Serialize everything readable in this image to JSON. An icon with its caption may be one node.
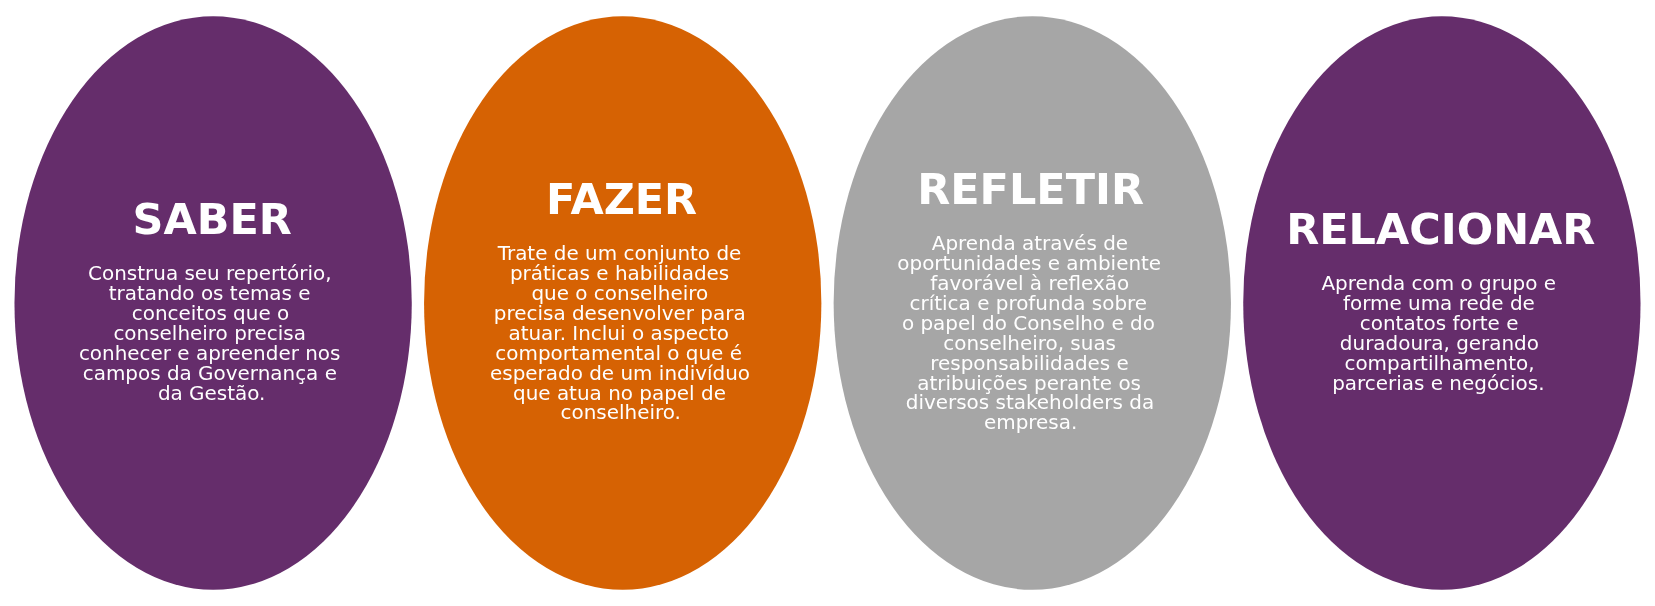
{
  "diagram": {
    "nodes": [
      {
        "text": [
          "SABER",
          "Construa seu repertório, tratando os temas e conceitos que o conselheiro precisa conhecer e apreender nos campos da Governança e da Gestão."
        ]
      },
      {
        "text": [
          "FAZER",
          "Trate de um conjunto de práticas e habilidades que o conselheiro precisa desenvolver para atuar. Inclui o aspecto comportamental o que é esperado de um indivíduo que atua no papel de conselheiro."
        ]
      },
      {
        "text": [
          "REFLETIR",
          "Aprenda através de oportunidades e ambiente favorável à reflexão crítica e profunda sobre o papel do Conselho e do conselheiro, suas responsabilidades e atribuições perante os diversos stakeholders da empresa."
        ]
      },
      {
        "text": [
          "RELACIONAR",
          "Aprenda com o grupo e forme uma rede de contatos forte e duradoura, gerando compartilhamento, parcerias e negócios."
        ]
      }
    ],
    "edges": []
  }
}
